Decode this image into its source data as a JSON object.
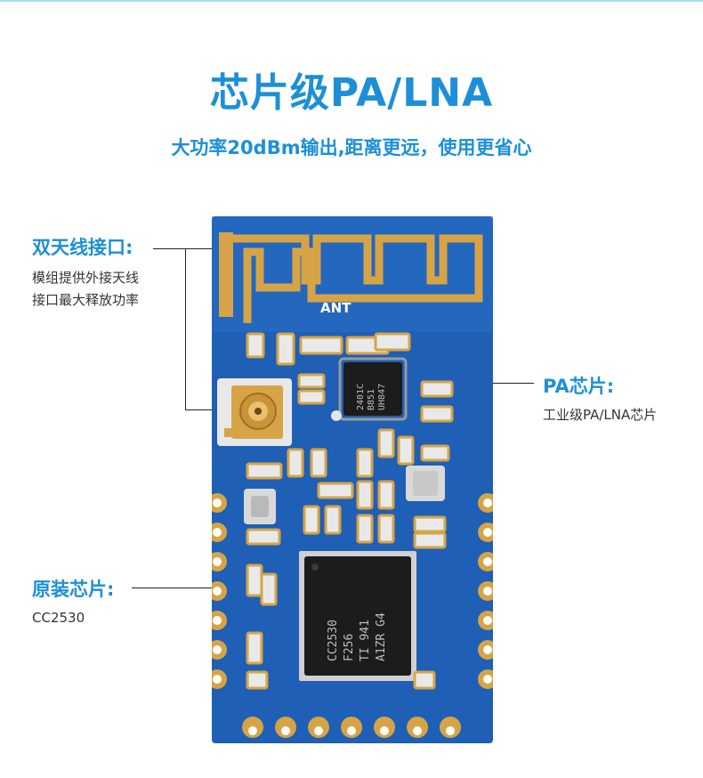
{
  "header": {
    "title": "芯片级PA/LNA",
    "subtitle": "大功率20dBm输出,距离更远，使用更省心"
  },
  "callouts": {
    "antenna": {
      "title": "双天线接口:",
      "desc": [
        "模组提供外接天线",
        "接口最大释放功率"
      ]
    },
    "pa": {
      "title": "PA芯片:",
      "desc": [
        "工业级PA/LNA芯片"
      ]
    },
    "chip": {
      "title": "原装芯片:",
      "desc": [
        "CC2530"
      ]
    }
  },
  "board": {
    "antenna_label": "ANT",
    "pa_marking": [
      "2401C",
      "B851",
      "UH847"
    ],
    "mcu_marking": [
      "CC2530",
      "F256",
      "TI 941",
      "A1ZR G4"
    ],
    "colors": {
      "pcb": "#1f5fb5",
      "gold": "#d6a446",
      "chip": "#1c1c1c"
    }
  }
}
